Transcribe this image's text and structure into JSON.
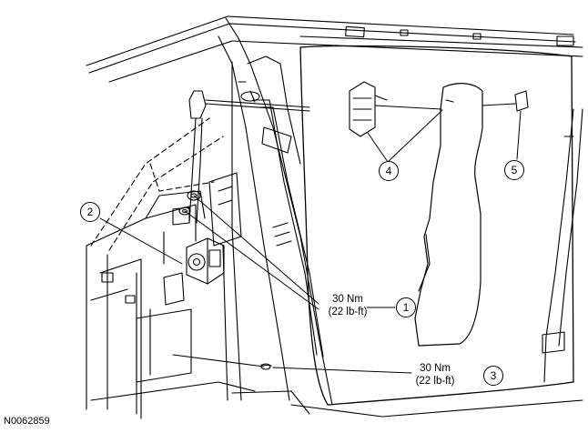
{
  "figure_id": "N0062859",
  "callouts": [
    "1",
    "2",
    "3",
    "4",
    "5"
  ],
  "torque_1": {
    "line1": "30 Nm",
    "line2": "(22 lb-ft)"
  },
  "torque_3": {
    "line1": "30 Nm",
    "line2": "(22 lb-ft)"
  },
  "colors": {
    "line": "#000000",
    "background": "#ffffff"
  }
}
